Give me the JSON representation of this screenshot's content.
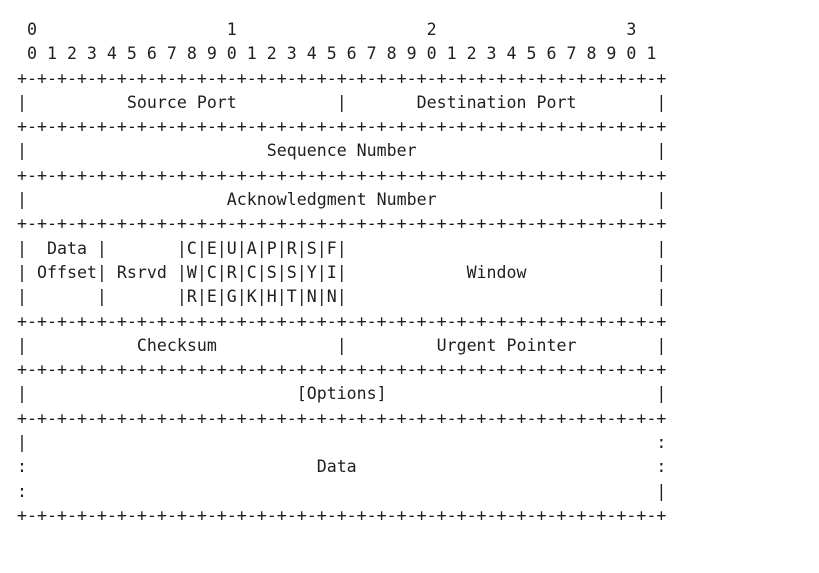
{
  "header": {
    "tens": " 0                   1                   2                   3",
    "units": " 0 1 2 3 4 5 6 7 8 9 0 1 2 3 4 5 6 7 8 9 0 1 2 3 4 5 6 7 8 9 0 1"
  },
  "separator": "+-+-+-+-+-+-+-+-+-+-+-+-+-+-+-+-+-+-+-+-+-+-+-+-+-+-+-+-+-+-+-+-+",
  "rows": {
    "ports": "|          Source Port          |       Destination Port        |",
    "sequence": "|                        Sequence Number                        |",
    "ack": "|                    Acknowledgment Number                      |",
    "flags_1": "|  Data |       |C|E|U|A|P|R|S|F|                               |",
    "flags_2": "| Offset| Rsrvd |W|C|R|C|S|S|Y|I|            Window             |",
    "flags_3": "|       |       |R|E|G|K|H|T|N|N|                               |",
    "checksum": "|           Checksum            |         Urgent Pointer        |",
    "options": "|                           [Options]                           |",
    "data_1": "|                                                               :",
    "data_2": ":                             Data                              :",
    "data_3": ":                                                               |"
  }
}
